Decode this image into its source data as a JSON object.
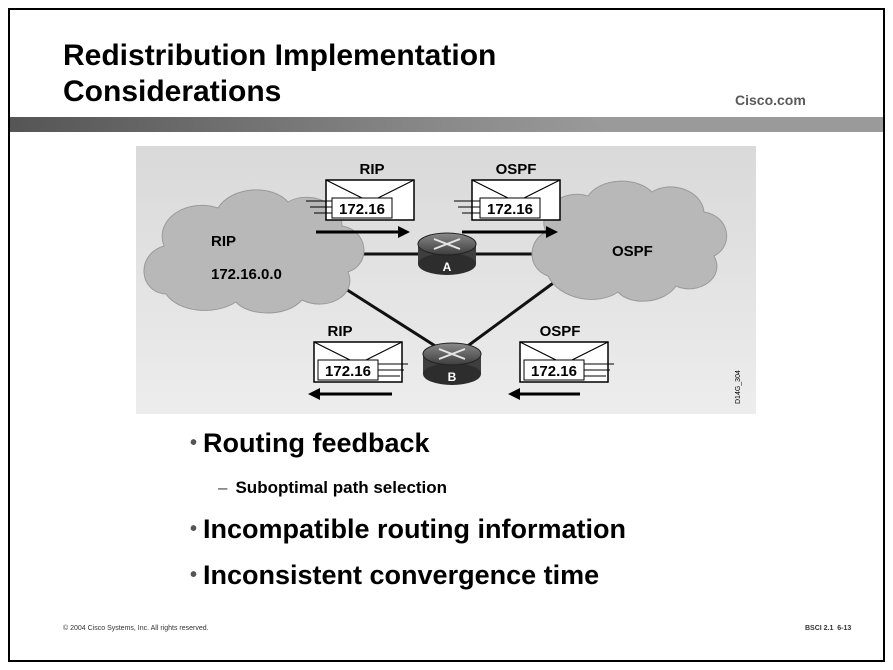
{
  "slide": {
    "title_line1": "Redistribution Implementation",
    "title_line2": "Considerations",
    "brand": "Cisco.com",
    "copyright": "© 2004 Cisco Systems, Inc. All rights reserved.",
    "course_ref": "BSCI 2.1",
    "page_ref": "6-13"
  },
  "diagram": {
    "left_cloud": {
      "label": "RIP",
      "network": "172.16.0.0"
    },
    "right_cloud": {
      "label": "OSPF"
    },
    "router_a": "A",
    "router_b": "B",
    "updates": {
      "top_left": {
        "protocol": "RIP",
        "prefix": "172.16"
      },
      "top_right": {
        "protocol": "OSPF",
        "prefix": "172.16"
      },
      "bottom_left": {
        "protocol": "RIP",
        "prefix": "172.16"
      },
      "bottom_right": {
        "protocol": "OSPF",
        "prefix": "172.16"
      }
    },
    "figure_id": "D14G_304"
  },
  "bullets": {
    "b1": "Routing feedback",
    "b1_sub": "Suboptimal path selection",
    "b2": "Incompatible routing information",
    "b3": "Inconsistent convergence time"
  }
}
